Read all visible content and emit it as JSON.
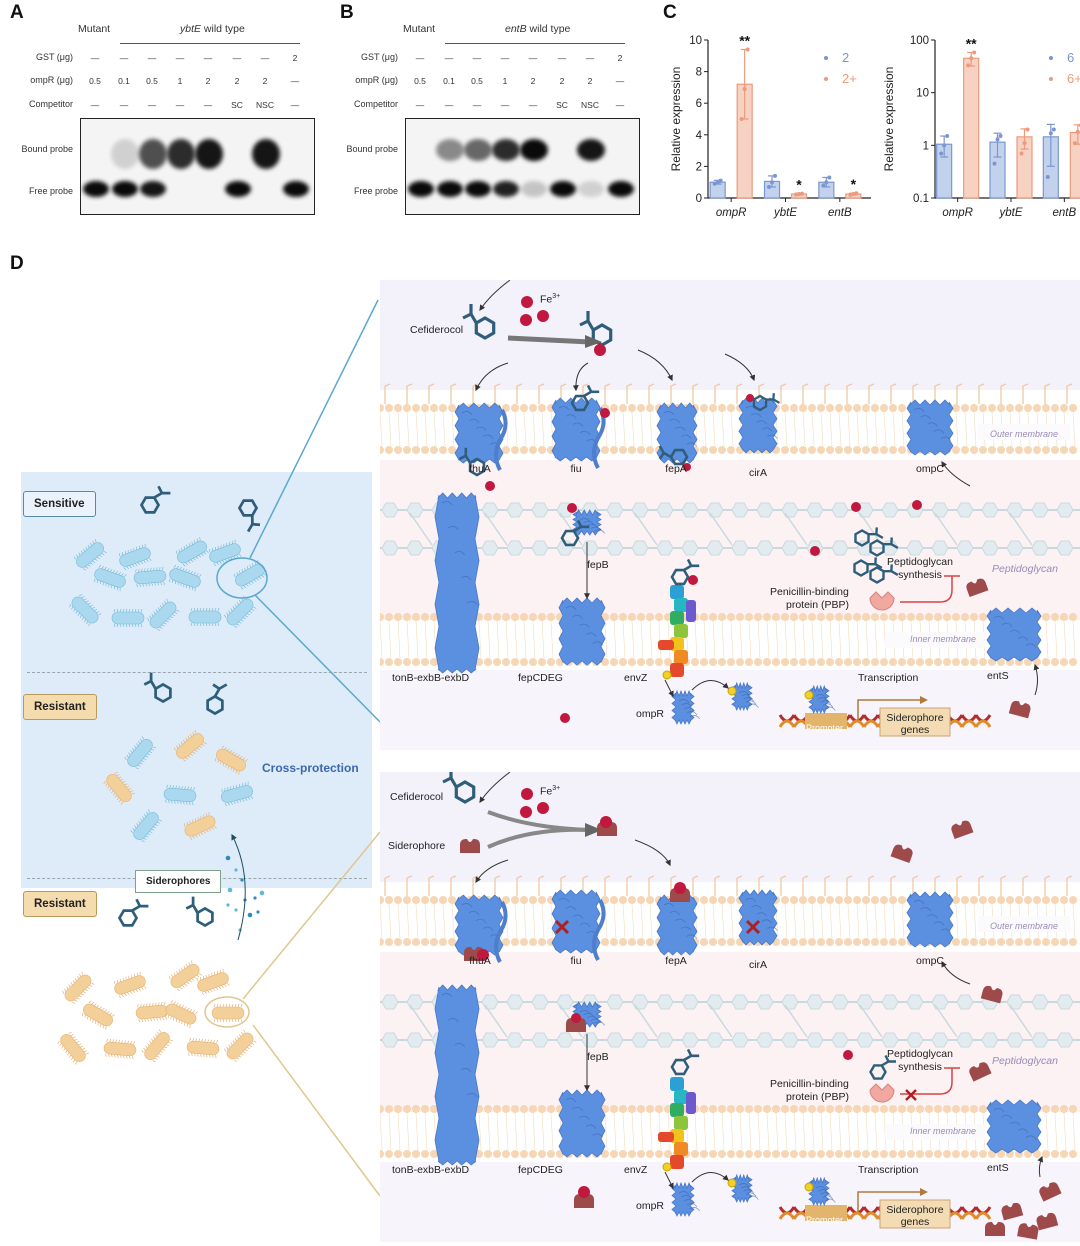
{
  "panelA": {
    "letter": "A",
    "header_mutant": "Mutant",
    "header_gene": "ybtE",
    "header_suffix": " wild type",
    "row_labels": [
      "GST (μg)",
      "ompR (μg)",
      "Competitor"
    ],
    "gst": [
      "—",
      "—",
      "—",
      "—",
      "—",
      "—",
      "—",
      "2"
    ],
    "ompr": [
      "0.5",
      "0.1",
      "0.5",
      "1",
      "2",
      "2",
      "2",
      "—"
    ],
    "competitor": [
      "—",
      "—",
      "—",
      "—",
      "—",
      "SC",
      "NSC",
      "—"
    ],
    "band_labels": [
      "Bound probe",
      "Free probe"
    ],
    "bound_intensity": [
      0,
      0.15,
      0.7,
      0.85,
      0.95,
      0,
      0.95,
      0
    ],
    "free_intensity": [
      1,
      1,
      0.95,
      0,
      0,
      1,
      0,
      1
    ]
  },
  "panelB": {
    "letter": "B",
    "header_mutant": "Mutant",
    "header_gene": "entB",
    "header_suffix": " wild type",
    "row_labels": [
      "GST (μg)",
      "ompR (μg)",
      "Competitor"
    ],
    "gst": [
      "—",
      "—",
      "—",
      "—",
      "—",
      "—",
      "—",
      "2"
    ],
    "ompr": [
      "0.5",
      "0.1",
      "0.5",
      "1",
      "2",
      "2",
      "2",
      "—"
    ],
    "competitor": [
      "—",
      "—",
      "—",
      "—",
      "—",
      "SC",
      "NSC",
      "—"
    ],
    "band_labels": [
      "Bound probe",
      "Free probe"
    ],
    "bound_intensity": [
      0,
      0.45,
      0.6,
      0.85,
      1,
      0,
      0.95,
      0
    ],
    "free_intensity": [
      1,
      1,
      1,
      0.9,
      0.2,
      1,
      0.15,
      1
    ]
  },
  "panelC": {
    "letter": "C"
  },
  "panelD": {
    "letter": "D",
    "left": {
      "sensitive": "Sensitive",
      "resistant1": "Resistant",
      "resistant2": "Resistant",
      "cross_protection": "Cross-protection",
      "siderophores": "Siderophores"
    },
    "top": {
      "cefiderocol": "Cefiderocol",
      "fe": "Fe",
      "fe_sup": "3+",
      "proteins_outer": [
        "fhuA",
        "fiu",
        "fepA",
        "cirA",
        "ompC"
      ],
      "outer_membrane": "Outer membrane",
      "peptidoglycan": "Peptidoglycan",
      "inner_membrane": "Inner membrane",
      "fepB": "fepB",
      "pg_synthesis_1": "Peptidoglycan",
      "pg_synthesis_2": "synthesis",
      "pbp_1": "Penicillin-binding",
      "pbp_2": "protein (PBP)",
      "tonb": "tonB-exbB-exbD",
      "fepCDEG": "fepCDEG",
      "envZ": "envZ",
      "ompR": "ompR",
      "transcription": "Transcription",
      "entS": "entS",
      "promoter": "Promoter",
      "sid_genes_1": "Siderophore",
      "sid_genes_2": "genes"
    },
    "bottom": {
      "cefiderocol": "Cefiderocol",
      "siderophore": "Siderophore",
      "fe": "Fe",
      "fe_sup": "3+",
      "proteins_outer": [
        "fhuA",
        "fiu",
        "fepA",
        "cirA",
        "ompC"
      ],
      "blocked": [
        "fiu",
        "cirA"
      ],
      "outer_membrane": "Outer membrane",
      "peptidoglycan": "Peptidoglycan",
      "inner_membrane": "Inner membrane",
      "fepB": "fepB",
      "pg_synthesis_1": "Peptidoglycan",
      "pg_synthesis_2": "synthesis",
      "pbp_1": "Penicillin-binding",
      "pbp_2": "protein (PBP)",
      "tonb": "tonB-exbB-exbD",
      "fepCDEG": "fepCDEG",
      "envZ": "envZ",
      "ompR": "ompR",
      "transcription": "Transcription",
      "entS": "entS",
      "promoter": "Promoter",
      "sid_genes_1": "Siderophore",
      "sid_genes_2": "genes"
    }
  },
  "colors": {
    "blue_bar": "#c3d2ec",
    "blue_edge": "#7b96d0",
    "orange_bar": "#f7d2c2",
    "orange_edge": "#ec9a7c",
    "protein": "#5b8fe0",
    "iron": "#c0183f",
    "drug": "#2f5e7a",
    "siderophore": "#9e4a4a",
    "membrane": "#f6d6b4"
  },
  "chart_data": [
    {
      "type": "bar",
      "title": "",
      "ylabel": "Relative expression",
      "xlabel": "",
      "yscale": "linear",
      "ylim": [
        0,
        10
      ],
      "yticks": [
        0,
        2,
        4,
        6,
        8,
        10
      ],
      "categories": [
        "ompR",
        "ybtE",
        "entB"
      ],
      "series": [
        {
          "name": "2",
          "values": [
            1.0,
            1.05,
            1.0
          ],
          "err": [
            0.12,
            0.35,
            0.3
          ],
          "points": [
            [
              0.9,
              1.0,
              1.1
            ],
            [
              0.7,
              1.0,
              1.4
            ],
            [
              0.8,
              1.0,
              1.3
            ]
          ]
        },
        {
          "name": "2+",
          "values": [
            7.2,
            0.25,
            0.25
          ],
          "err": [
            2.2,
            0.05,
            0.06
          ],
          "points": [
            [
              5.0,
              6.9,
              9.4
            ],
            [
              0.22,
              0.25,
              0.28
            ],
            [
              0.2,
              0.25,
              0.3
            ]
          ]
        }
      ],
      "significance": [
        "**",
        "*",
        "*"
      ],
      "legend": "top-right"
    },
    {
      "type": "bar",
      "title": "",
      "ylabel": "Relative expression",
      "xlabel": "",
      "yscale": "log",
      "ylim": [
        0.1,
        100
      ],
      "yticks": [
        0.1,
        1,
        10,
        100
      ],
      "categories": [
        "ompR",
        "ybtE",
        "entB"
      ],
      "series": [
        {
          "name": "6",
          "values": [
            1.05,
            1.15,
            1.45
          ],
          "err": [
            0.45,
            0.55,
            1.05
          ],
          "points": [
            [
              0.7,
              1.0,
              1.5
            ],
            [
              0.45,
              1.3,
              1.5
            ],
            [
              0.25,
              1.7,
              2.0
            ]
          ]
        },
        {
          "name": "6+",
          "values": [
            45,
            1.45,
            1.75
          ],
          "err": [
            13,
            0.6,
            0.7
          ],
          "points": [
            [
              33,
              45,
              58
            ],
            [
              0.7,
              1.1,
              2.0
            ],
            [
              1.1,
              1.8,
              2.4
            ]
          ]
        }
      ],
      "significance": [
        "**",
        "",
        ""
      ],
      "legend": "top-right"
    }
  ]
}
